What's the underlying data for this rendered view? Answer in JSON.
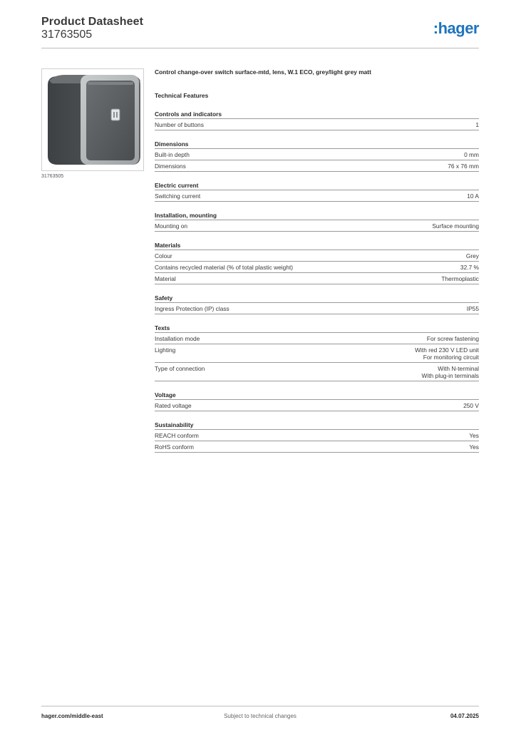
{
  "header": {
    "title": "Product Datasheet",
    "number": "31763505",
    "logo": ":hager"
  },
  "image": {
    "caption": "31763505"
  },
  "product": {
    "description": "Control change-over switch surface-mtd, lens, W.1 ECO, grey/light grey matt",
    "features_title": "Technical Features"
  },
  "sections": [
    {
      "title": "Controls and indicators",
      "rows": [
        {
          "label": "Number of buttons",
          "value": [
            "1"
          ]
        }
      ]
    },
    {
      "title": "Dimensions",
      "rows": [
        {
          "label": "Built-in depth",
          "value": [
            "0 mm"
          ]
        },
        {
          "label": "Dimensions",
          "value": [
            "76 x 76 mm"
          ]
        }
      ]
    },
    {
      "title": "Electric current",
      "rows": [
        {
          "label": "Switching current",
          "value": [
            "10 A"
          ]
        }
      ]
    },
    {
      "title": "Installation, mounting",
      "rows": [
        {
          "label": "Mounting on",
          "value": [
            "Surface mounting"
          ]
        }
      ]
    },
    {
      "title": "Materials",
      "rows": [
        {
          "label": "Colour",
          "value": [
            "Grey"
          ]
        },
        {
          "label": "Contains recycled material (% of total plastic weight)",
          "value": [
            "32.7 %"
          ]
        },
        {
          "label": "Material",
          "value": [
            "Thermoplastic"
          ]
        }
      ]
    },
    {
      "title": "Safety",
      "rows": [
        {
          "label": "Ingress Protection (IP) class",
          "value": [
            "IP55"
          ]
        }
      ]
    },
    {
      "title": "Texts",
      "rows": [
        {
          "label": "Installation mode",
          "value": [
            "For screw fastening"
          ]
        },
        {
          "label": "Lighting",
          "value": [
            "With red 230 V LED unit",
            "For monitoring circuit"
          ]
        },
        {
          "label": "Type of connection",
          "value": [
            "With N-terminal",
            "With plug-in terminals"
          ]
        }
      ]
    },
    {
      "title": "Voltage",
      "rows": [
        {
          "label": "Rated voltage",
          "value": [
            "250 V"
          ]
        }
      ]
    },
    {
      "title": "Sustainability",
      "rows": [
        {
          "label": "REACH conform",
          "value": [
            "Yes"
          ]
        },
        {
          "label": "RoHS conform",
          "value": [
            "Yes"
          ]
        }
      ]
    }
  ],
  "footer": {
    "website": "hager.com/middle-east",
    "notice": "Subject to technical changes",
    "date": "04.07.2025"
  },
  "colors": {
    "brand": "#1e74bd",
    "text": "#2a2a2a",
    "rule": "#9a9a9a"
  }
}
